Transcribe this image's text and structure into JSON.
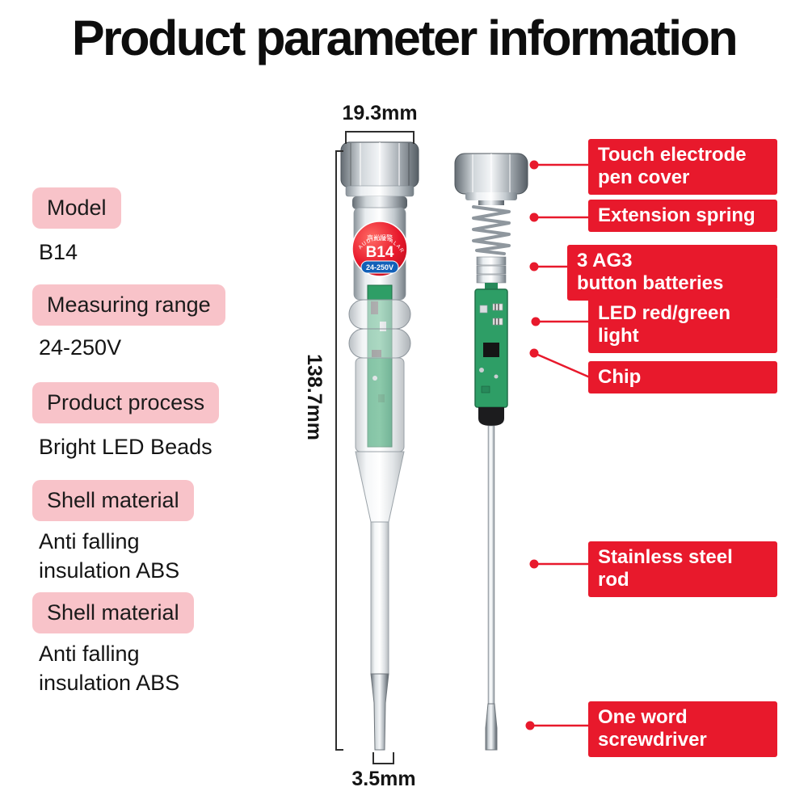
{
  "title": "Product parameter information",
  "specs": [
    {
      "label": "Model",
      "value": "B14"
    },
    {
      "label": "Measuring range",
      "value": "24-250V"
    },
    {
      "label": "Product process",
      "value": "Bright LED Beads"
    },
    {
      "label": "Shell material",
      "value": "Anti falling\ninsulation ABS"
    },
    {
      "label": "Shell material",
      "value": "Anti falling\ninsulation ABS"
    }
  ],
  "dimensions": {
    "cap_width": "19.3mm",
    "total_length": "138.7mm",
    "tip_width": "3.5mm"
  },
  "pen_badge": {
    "arc_text": "AUDIBLE ALARM",
    "alarm_text": "声光报警",
    "model": "B14",
    "voltage_range": "24-250V"
  },
  "callouts": [
    {
      "label": "Touch electrode\npen cover"
    },
    {
      "label": "Extension spring"
    },
    {
      "label": "3 AG3\nbutton batteries"
    },
    {
      "label": "LED red/green\nlight"
    },
    {
      "label": "Chip"
    },
    {
      "label": "Stainless steel\nrod"
    },
    {
      "label": "One word\nscrewdriver"
    }
  ],
  "colors": {
    "accent_red": "#e8192c",
    "label_pink": "#f8c3c9",
    "badge_blue": "#1260b8",
    "pcb_green": "#2e9e66",
    "text_dark": "#151515"
  }
}
